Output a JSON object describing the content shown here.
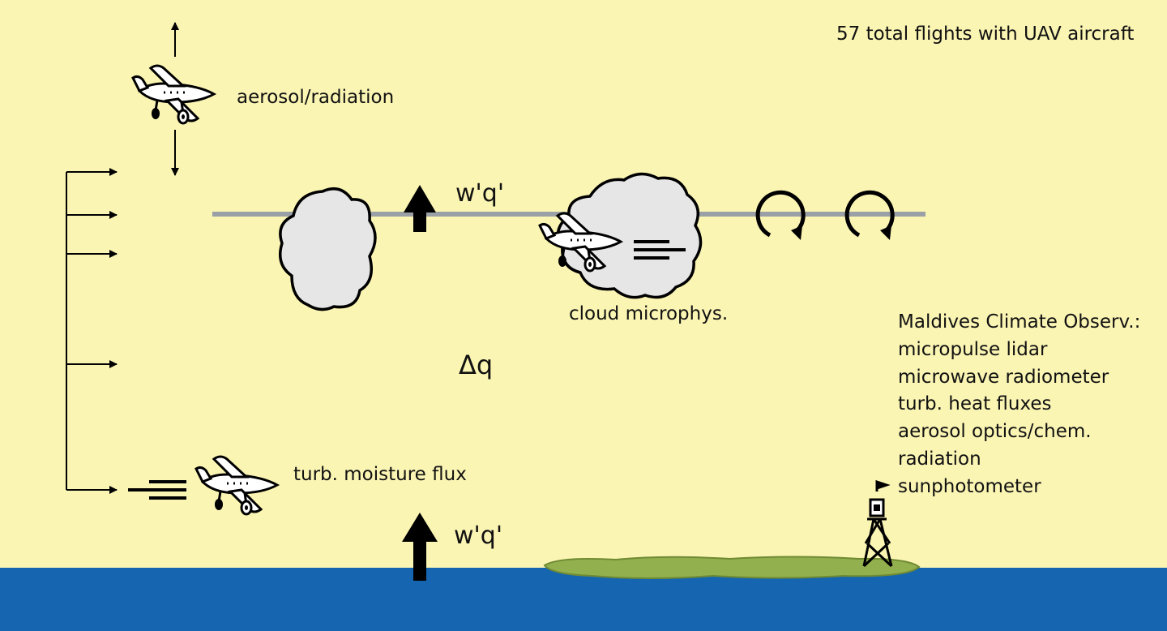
{
  "header_note": "57 total flights with UAV aircraft",
  "labels": {
    "aerosol_radiation": "aerosol/radiation",
    "cloud_microphys": "cloud microphys.",
    "turb_moisture_flux": "turb. moisture flux",
    "flux_upper": "w'q'",
    "flux_lower": "w'q'",
    "delta_q": "Δq"
  },
  "observatory": {
    "title": "Maldives Climate Observ.:",
    "instruments": [
      "micropulse lidar",
      "microwave radiometer",
      "turb. heat fluxes",
      "aerosol optics/chem.",
      "radiation",
      "sunphotometer"
    ]
  },
  "colors": {
    "sky": "#fbf5b4",
    "ocean": "#1565b0",
    "island": "#93b04e",
    "cloud": "#e6e6e6",
    "inversion_line": "#9aa0a6"
  },
  "icons": [
    "uav-aircraft-icon",
    "cloud-icon",
    "eddy-icon",
    "tower-icon",
    "island-icon"
  ]
}
